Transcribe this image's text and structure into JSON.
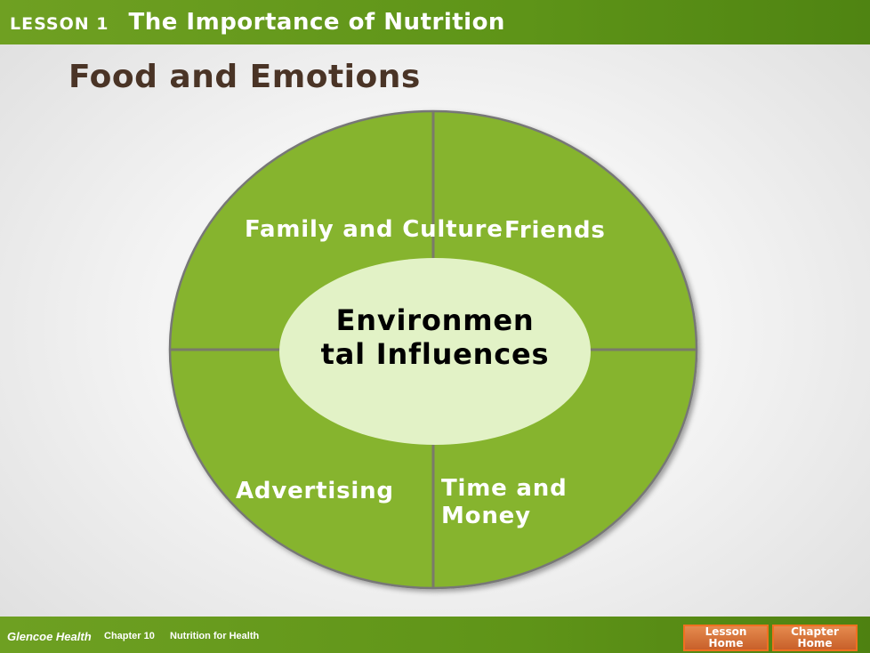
{
  "header": {
    "lesson_label": "LESSON 1",
    "lesson_title": "The Importance of Nutrition"
  },
  "slide": {
    "title": "Food and Emotions"
  },
  "diagram": {
    "center": "Environmen tal Influences",
    "quadrants": {
      "top_left": "Family and Culture",
      "top_right": "Friends",
      "bottom_left": "Advertising",
      "bottom_right": "Time and Money"
    },
    "colors": {
      "quadrant_fill": "#86b42e",
      "divider": "#7a7a6a",
      "center_fill": "#e2f2c6",
      "outline": "#777777"
    }
  },
  "footer": {
    "brand": "Glencoe Health",
    "chapter": "Chapter 10",
    "chapter_name": "Nutrition for Health",
    "lesson_home_button": "Lesson Home",
    "chapter_home_button": "Chapter Home",
    "button_color": "#e07a3c"
  }
}
